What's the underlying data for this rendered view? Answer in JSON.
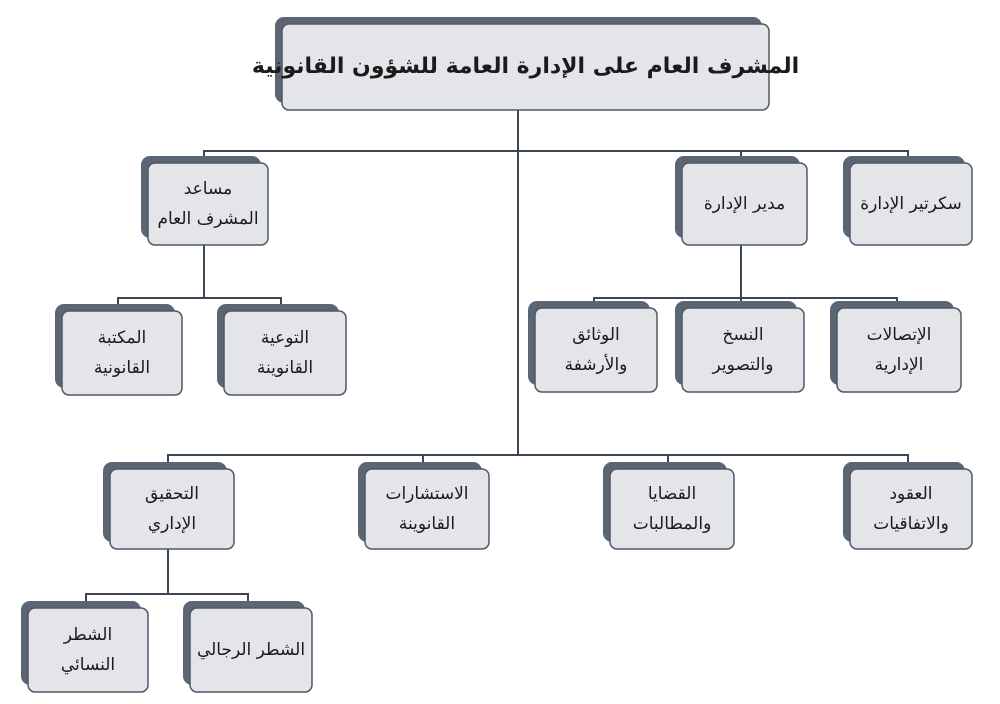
{
  "nodes": {
    "general_supervisor": {
      "lines": [
        "المشرف العام على الإدارة العامة للشؤون القانونية"
      ]
    },
    "assistant_supervisor": {
      "lines": [
        "مساعد",
        "المشرف العام"
      ]
    },
    "department_manager": {
      "lines": [
        "مدير الإدارة"
      ]
    },
    "department_secretary": {
      "lines": [
        "سكرتير الإدارة"
      ]
    },
    "legal_library": {
      "lines": [
        "المكتبة",
        "القانونية"
      ]
    },
    "legal_awareness": {
      "lines": [
        "التوعية",
        "القانوينة"
      ]
    },
    "documents_archiving": {
      "lines": [
        "الوثائق",
        "والأرشفة"
      ]
    },
    "copying_photocopying": {
      "lines": [
        "النسخ",
        "والتصوير"
      ]
    },
    "administrative_communications": {
      "lines": [
        "الإتصالات",
        "الإدارية"
      ]
    },
    "administrative_investigation": {
      "lines": [
        "التحقيق",
        "الإداري"
      ]
    },
    "legal_consultations": {
      "lines": [
        "الاستشارات",
        "القانوينة"
      ]
    },
    "cases_claims": {
      "lines": [
        "القضايا",
        "والمطالبات"
      ]
    },
    "contracts_agreements": {
      "lines": [
        "العقود",
        "والاتفاقيات"
      ]
    },
    "women_section": {
      "lines": [
        "الشطر",
        "النسائي"
      ]
    },
    "men_section": {
      "lines": [
        "الشطر الرجالي"
      ]
    }
  }
}
